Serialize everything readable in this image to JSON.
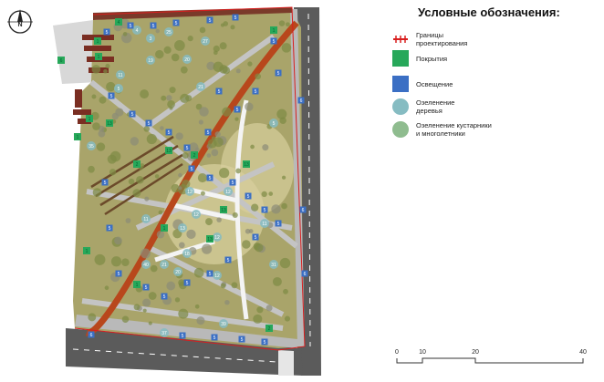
{
  "compass": {
    "label": "N"
  },
  "legend": {
    "title": "Условные обозначения:",
    "items": [
      {
        "label": "Границы\nпроектирования",
        "icon": "boundary-line-icon",
        "color": "#d81e1e"
      },
      {
        "label": "Покрытия",
        "icon": "surface-square-icon",
        "color": "#27a85a"
      },
      {
        "label": "Освещение",
        "icon": "lighting-square-icon",
        "color": "#3b6fc4"
      },
      {
        "label": "Озеленение\nдеревья",
        "icon": "tree-circle-icon",
        "color": "#86bcc2"
      },
      {
        "label": "Озеленение кустарники\nи многолетники",
        "icon": "shrub-circle-icon",
        "color": "#8fbc8f"
      }
    ]
  },
  "scale_bar": {
    "ticks": [
      "0",
      "10",
      "20",
      "40"
    ]
  },
  "markers": {
    "lighting": [
      "5",
      "5",
      "5",
      "5",
      "5",
      "5",
      "5",
      "5",
      "5",
      "5",
      "5",
      "5",
      "5",
      "5",
      "5",
      "5",
      "5",
      "5",
      "5",
      "5",
      "5",
      "5",
      "5",
      "5",
      "5",
      "5",
      "5",
      "5",
      "5",
      "5",
      "5",
      "5",
      "5",
      "5",
      "5",
      "5",
      "6",
      "6",
      "6",
      "6"
    ],
    "surface": [
      "4",
      "1",
      "2",
      "6",
      "1",
      "1",
      "1",
      "1",
      "2",
      "13",
      "13",
      "13",
      "13",
      "1",
      "2",
      "1",
      "13",
      "1"
    ],
    "trees": [
      "4",
      "3",
      "19",
      "11",
      "5",
      "25",
      "27",
      "20",
      "21",
      "12",
      "12",
      "13",
      "18",
      "12",
      "21",
      "20",
      "12",
      "11",
      "31",
      "40",
      "39",
      "37",
      "12",
      "5",
      "35",
      "11"
    ]
  }
}
